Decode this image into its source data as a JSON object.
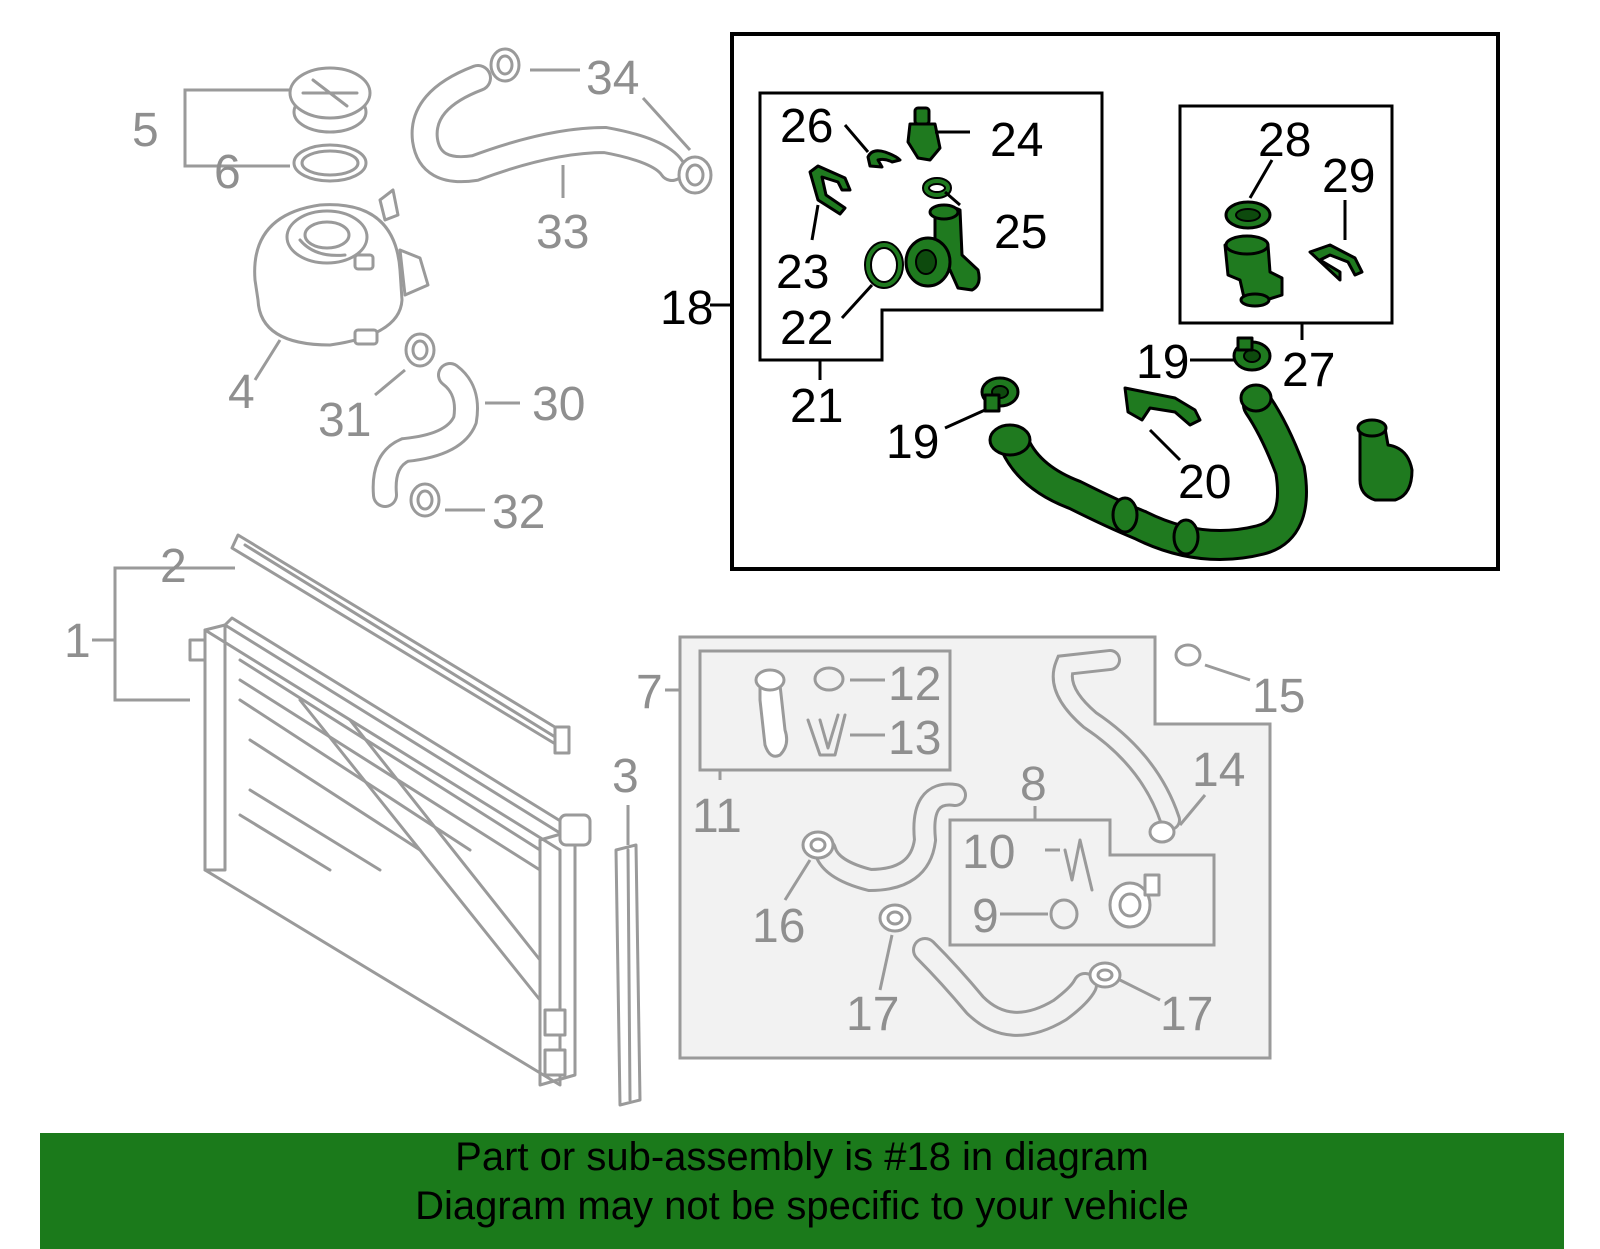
{
  "colors": {
    "highlight_green": "#1f7a1f",
    "banner_green": "#1b7a1b",
    "line_grey": "#9a9a9a",
    "label_grey": "#8f8f8f"
  },
  "highlighted_part": "18",
  "callouts": {
    "n1": "1",
    "n2": "2",
    "n3": "3",
    "n4": "4",
    "n5": "5",
    "n6": "6",
    "n7": "7",
    "n8": "8",
    "n9": "9",
    "n10": "10",
    "n11": "11",
    "n12": "12",
    "n13": "13",
    "n14": "14",
    "n15": "15",
    "n16": "16",
    "n17a": "17",
    "n17b": "17",
    "n18": "18",
    "n19a": "19",
    "n19b": "19",
    "n20": "20",
    "n21": "21",
    "n22": "22",
    "n23": "23",
    "n24": "24",
    "n25": "25",
    "n26": "26",
    "n27": "27",
    "n28": "28",
    "n29": "29",
    "n30": "30",
    "n31": "31",
    "n32": "32",
    "n33": "33",
    "n34": "34"
  },
  "footer": {
    "line1": "Part or sub-assembly is #18 in diagram",
    "line2": "Diagram may not be specific to your vehicle"
  }
}
